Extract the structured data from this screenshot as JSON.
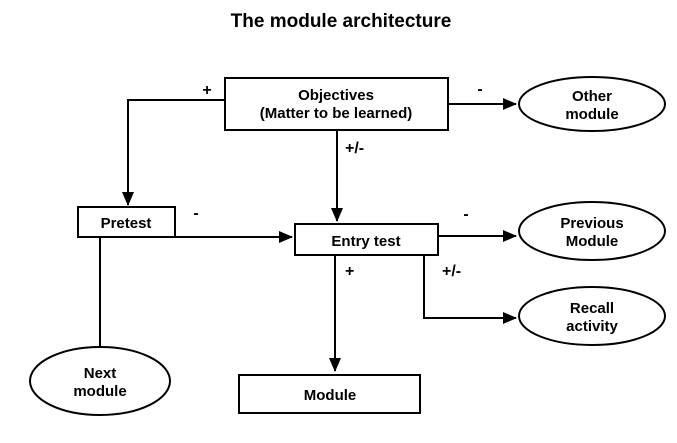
{
  "title": "The module architecture",
  "nodes": {
    "objectives": {
      "line1": "Objectives",
      "line2": "(Matter to be learned)"
    },
    "other_module": {
      "line1": "Other",
      "line2": "module"
    },
    "pretest": {
      "label": "Pretest"
    },
    "entry_test": {
      "label": "Entry test"
    },
    "previous_module": {
      "line1": "Previous",
      "line2": "Module"
    },
    "recall_activity": {
      "line1": "Recall",
      "line2": "activity"
    },
    "next_module": {
      "line1": "Next",
      "line2": "module"
    },
    "module": {
      "label": "Module"
    }
  },
  "edge_labels": {
    "objectives_to_pretest": "+",
    "objectives_to_other_module": "-",
    "objectives_to_entry_test": "+/-",
    "pretest_to_entry_test": "-",
    "entry_test_to_previous_module": "-",
    "entry_test_to_module": "+",
    "entry_test_to_recall_activity": "+/-"
  },
  "colors": {
    "stroke": "#000000",
    "background": "#ffffff"
  }
}
